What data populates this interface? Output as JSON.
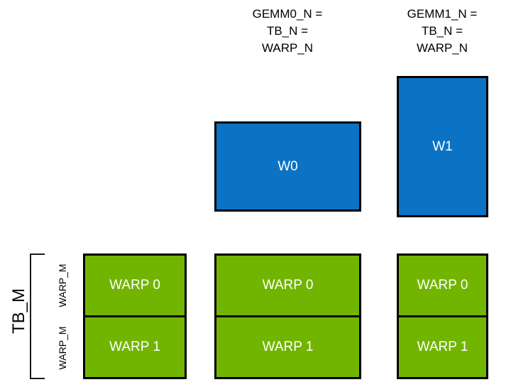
{
  "diagram": {
    "title_columns": [
      {
        "id": "gemm0",
        "caption": "GEMM0_N =\nTB_N =\nWARP_N"
      },
      {
        "id": "gemm1",
        "caption": "GEMM1_N =\nTB_N =\nWARP_N"
      }
    ],
    "warp_tiles": [
      {
        "id": "w0",
        "label": "W0",
        "color": "#0b72c4"
      },
      {
        "id": "w1",
        "label": "W1",
        "color": "#0b72c4"
      }
    ],
    "warp_columns": [
      {
        "id": "col0",
        "rows": [
          "WARP 0",
          "WARP 1"
        ]
      },
      {
        "id": "col1",
        "rows": [
          "WARP 0",
          "WARP 1"
        ]
      },
      {
        "id": "col2",
        "rows": [
          "WARP 0",
          "WARP 1"
        ]
      }
    ],
    "axis_labels": {
      "tb_m": "TB_M",
      "warp_m_top": "WARP_M",
      "warp_m_bottom": "WARP_M"
    },
    "colors": {
      "blue": "#0b72c4",
      "green": "#72b500",
      "outline": "#000000",
      "text_on_fill": "#ffffff",
      "background": "#ffffff"
    }
  }
}
